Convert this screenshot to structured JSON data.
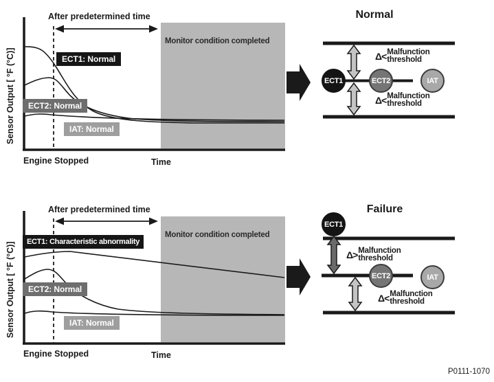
{
  "figure_code": "P0111-1070",
  "graphs": [
    {
      "id": "normal",
      "y_axis_label": "Sensor Output [ °F (°C)]",
      "after_time_label": "After predetermined time",
      "monitor_label": "Monitor condition completed",
      "curve_labels": {
        "ect1": "ECT1: Normal",
        "ect2": "ECT2: Normal",
        "iat": "IAT: Normal"
      },
      "x_labels": {
        "engine_stopped": "Engine Stopped",
        "time": "Time"
      }
    },
    {
      "id": "failure",
      "y_axis_label": "Sensor Output [ °F (°C)]",
      "after_time_label": "After predetermined time",
      "monitor_label": "Monitor condition completed",
      "curve_labels": {
        "ect1": "ECT1: Characteristic abnormality",
        "ect2": "ECT2: Normal",
        "iat": "IAT: Normal"
      },
      "x_labels": {
        "engine_stopped": "Engine Stopped",
        "time": "Time"
      }
    }
  ],
  "results": [
    {
      "title": "Normal",
      "sensors": {
        "ect1": "ECT1",
        "ect2": "ECT2",
        "iat": "IAT"
      },
      "upper": {
        "symbol": "Δ<",
        "label": "Malfunction\nthreshold"
      },
      "lower": {
        "symbol": "Δ<",
        "label": "Malfunction\nthreshold"
      }
    },
    {
      "title": "Failure",
      "sensors": {
        "ect1": "ECT1",
        "ect2": "ECT2",
        "iat": "IAT"
      },
      "upper": {
        "symbol": "Δ>",
        "label": "Malfunction\nthreshold"
      },
      "lower": {
        "symbol": "Δ<",
        "label": "Malfunction\nthreshold"
      }
    }
  ],
  "colors": {
    "line_black": "#1a1a1a",
    "monitor_box_gray": "#b7b7b7",
    "dark_gray_tag": "#6e6e6e",
    "mid_gray_tag": "#9e9e9e",
    "ect2_circle": "#757575",
    "iat_circle": "#a8a8a8",
    "light_arrow": "#c4c4c4",
    "dark_arrow": "#6a6a6a"
  }
}
